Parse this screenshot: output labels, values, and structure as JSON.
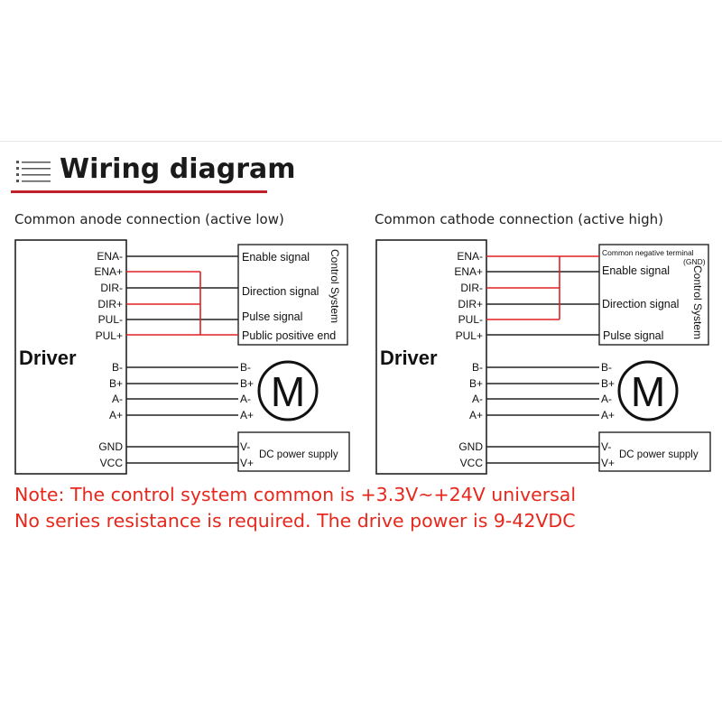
{
  "header": {
    "icon": "list-icon",
    "title": "Wiring diagram",
    "underline_color": "#c0202a"
  },
  "left": {
    "heading": "Common anode connection (active low)",
    "driver_label": "Driver",
    "pins": [
      "ENA-",
      "ENA+",
      "DIR-",
      "DIR+",
      "PUL-",
      "PUL+"
    ],
    "motor_pins": [
      "B-",
      "B+",
      "A-",
      "A+"
    ],
    "power_pins": [
      "GND",
      "VCC"
    ],
    "control_box_title": "Control System",
    "control_signals": [
      "Enable signal",
      "Direction signal",
      "Pulse signal",
      "Public positive end"
    ],
    "motor_terminals": [
      "B-",
      "B+",
      "A-",
      "A+"
    ],
    "motor_symbol": "M",
    "power_box_label": "DC power supply",
    "power_terminals": [
      "V-",
      "V+"
    ]
  },
  "right": {
    "heading": "Common cathode connection (active high)",
    "driver_label": "Driver",
    "pins": [
      "ENA-",
      "ENA+",
      "DIR-",
      "DIR+",
      "PUL-",
      "PUL+"
    ],
    "motor_pins": [
      "B-",
      "B+",
      "A-",
      "A+"
    ],
    "power_pins": [
      "GND",
      "VCC"
    ],
    "control_box_title": "Control System",
    "control_common": "Common negative terminal",
    "control_common_sub": "(GND)",
    "control_signals": [
      "Enable signal",
      "Direction signal",
      "Pulse signal"
    ],
    "motor_terminals": [
      "B-",
      "B+",
      "A-",
      "A+"
    ],
    "motor_symbol": "M",
    "power_box_label": "DC power supply",
    "power_terminals": [
      "V-",
      "V+"
    ]
  },
  "notes": [
    "Note: The control system common is +3.3V~+24V universal",
    "No series resistance is required. The drive power is 9-42VDC"
  ],
  "colors": {
    "red_wire": "#e02020",
    "wire": "#222222",
    "note_text": "#e8271c"
  }
}
